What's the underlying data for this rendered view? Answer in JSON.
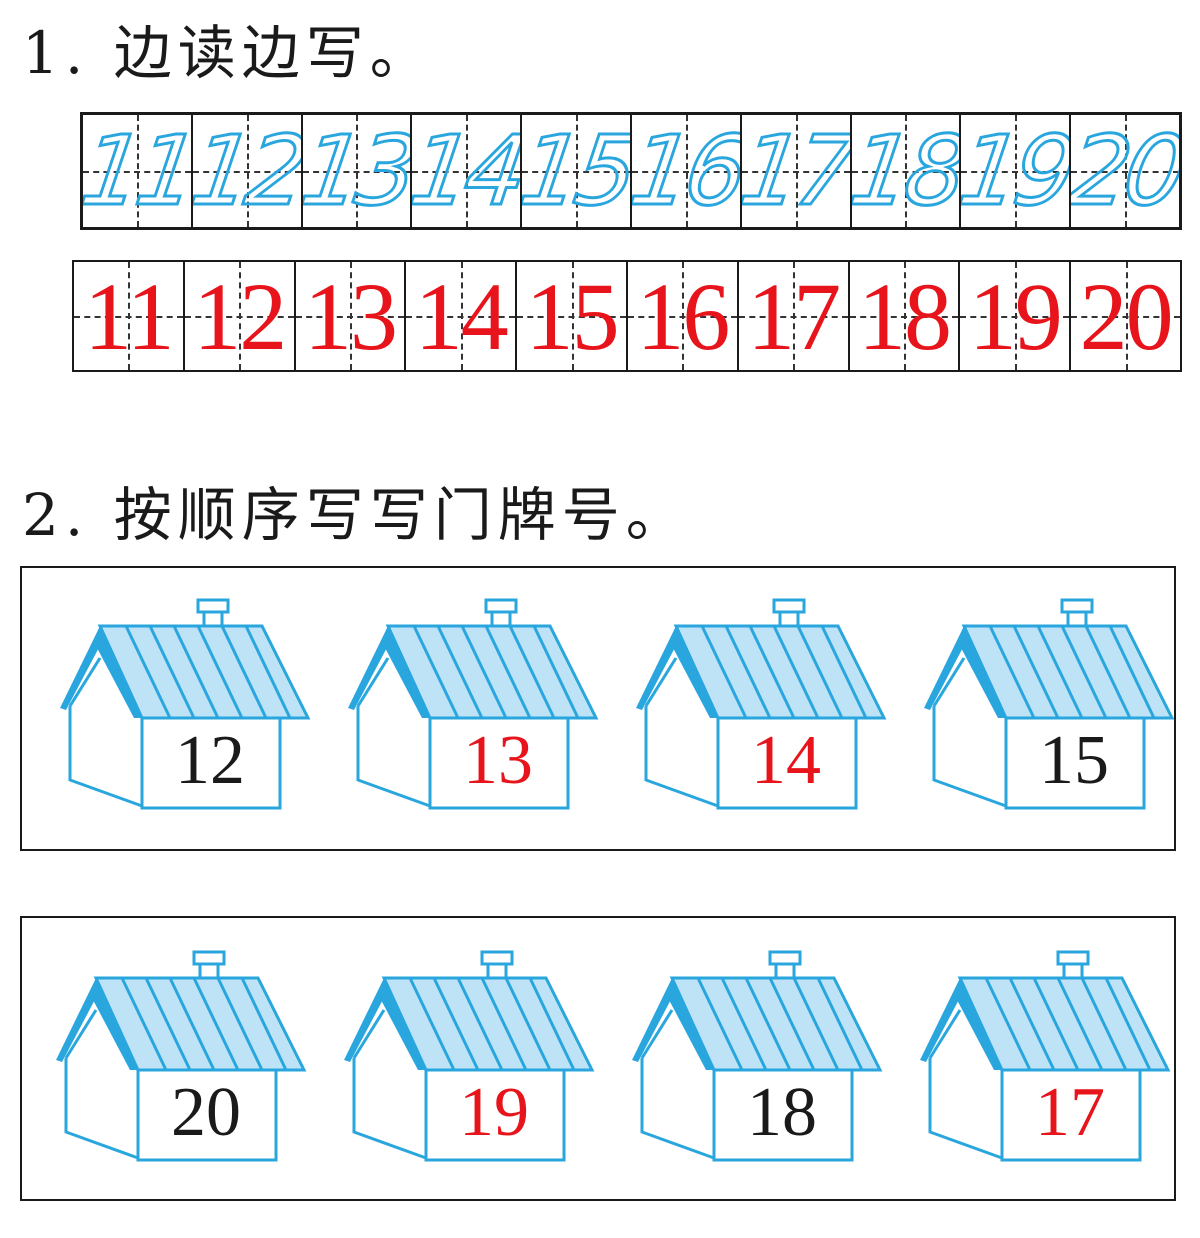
{
  "section1": {
    "heading": "1. 边读边写。",
    "trace_numbers": [
      "11",
      "12",
      "13",
      "14",
      "15",
      "16",
      "17",
      "18",
      "19",
      "20"
    ],
    "written_numbers": [
      "11",
      "12",
      "13",
      "14",
      "15",
      "16",
      "17",
      "18",
      "19",
      "20"
    ]
  },
  "section2": {
    "heading": "2. 按顺序写写门牌号。",
    "rows": [
      {
        "houses": [
          {
            "number": "12",
            "style": "printed"
          },
          {
            "number": "13",
            "style": "handwritten"
          },
          {
            "number": "14",
            "style": "handwritten"
          },
          {
            "number": "15",
            "style": "printed"
          }
        ]
      },
      {
        "houses": [
          {
            "number": "20",
            "style": "printed"
          },
          {
            "number": "19",
            "style": "handwritten"
          },
          {
            "number": "18",
            "style": "printed"
          },
          {
            "number": "17",
            "style": "handwritten"
          }
        ]
      }
    ]
  },
  "colors": {
    "trace_blue": "#2aa6de",
    "roof_fill": "#bfe3f6",
    "house_stroke": "#2aa6de",
    "answer_red": "#e8141b",
    "text_black": "#1a1a1a"
  }
}
